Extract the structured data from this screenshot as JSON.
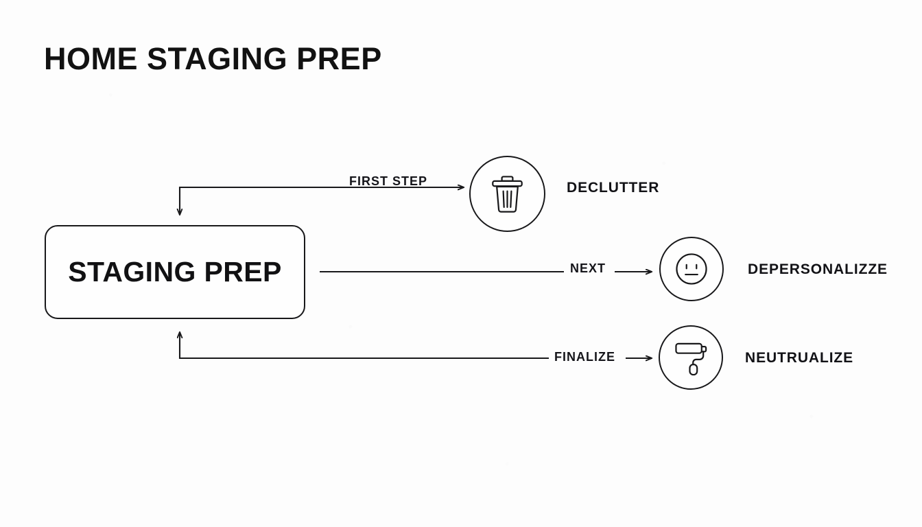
{
  "title": "HOME STAGING PREP",
  "hub": {
    "label": "STAGING PREP"
  },
  "colors": {
    "background": "#fdfdfd",
    "stroke": "#18181a",
    "text": "#121212"
  },
  "branches": [
    {
      "edge_label": "FIRST STEP",
      "icon": "trash-can-icon",
      "node_label": "DECLUTTER"
    },
    {
      "edge_label": "NEXT",
      "icon": "neutral-face-icon",
      "node_label": "DEPERSONALIZZE"
    },
    {
      "edge_label": "FINALIZE",
      "icon": "paint-roller-icon",
      "node_label": "NEUTRUALIZE"
    }
  ]
}
